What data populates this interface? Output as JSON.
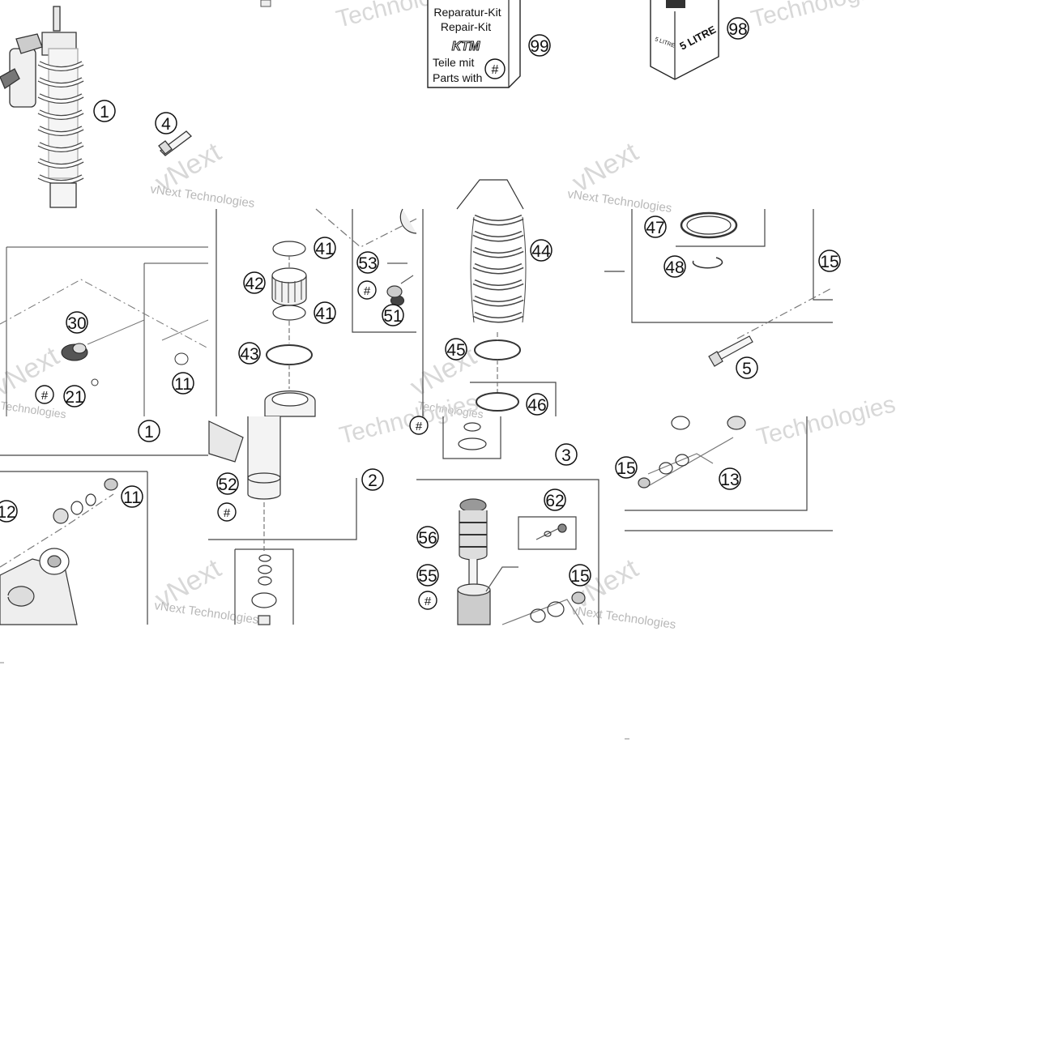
{
  "callouts": {
    "c1a": "1",
    "c4": "4",
    "c99": "99",
    "c98": "98",
    "c30": "30",
    "c11a": "11",
    "c21": "21",
    "c1b": "1",
    "c41a": "41",
    "c42": "42",
    "c41b": "41",
    "c43": "43",
    "c53": "53",
    "c51": "51",
    "c44": "44",
    "c45": "45",
    "c46": "46",
    "c47": "47",
    "c48": "48",
    "c15a": "15",
    "c5": "5",
    "c11b": "11",
    "c12": "12",
    "c52": "52",
    "c2": "2",
    "c3": "3",
    "c62": "62",
    "c56": "56",
    "c55": "55",
    "c15b": "15",
    "c13": "13",
    "hash": "#"
  },
  "repair_kit": {
    "line1": "Reparatur-Kit",
    "line2": "Repair-Kit",
    "brand": "KTM",
    "line3": "Teile mit",
    "line4": "Parts with"
  },
  "oil_can": {
    "label": "5 LITRE"
  },
  "watermark": {
    "brand": "vNext",
    "company": "Technologies",
    "full": "vNext Technologies"
  }
}
